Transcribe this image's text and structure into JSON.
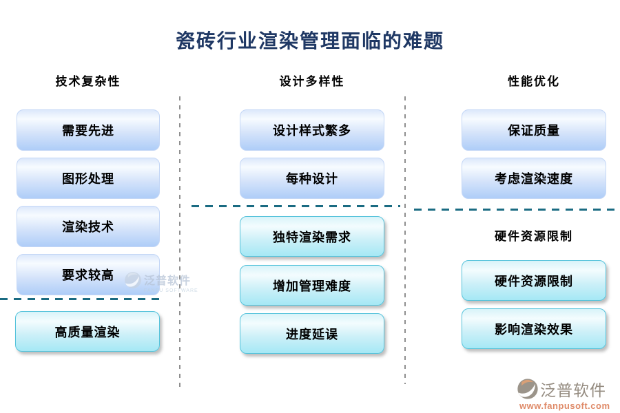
{
  "title": "瓷砖行业渲染管理面临的难题",
  "columns": [
    {
      "header": "技术复杂性",
      "top_items": [
        "需要先进",
        "图形处理",
        "渲染技术",
        "要求较高"
      ],
      "bottom_items": [
        "高质量渲染"
      ]
    },
    {
      "header": "设计多样性",
      "top_items": [
        "设计样式繁多",
        "每种设计"
      ],
      "bottom_items": [
        "独特渲染需求",
        "增加管理难度",
        "进度延误"
      ]
    },
    {
      "header": "性能优化",
      "top_items": [
        "保证质量",
        "考虑渲染速度"
      ],
      "sub_header": "硬件资源限制",
      "bottom_items": [
        "硬件资源限制",
        "影响渲染效果"
      ]
    }
  ],
  "watermarks": {
    "center": {
      "brand": "泛普软件",
      "tagline": "FANPU SOFTWARE"
    },
    "footer": {
      "brand": "泛普软件",
      "url": "www.fanpusoft.com"
    }
  },
  "colors": {
    "title": "#1F3864",
    "teal_dash": "#1A6B82",
    "gray_dash": "#8F8F8F",
    "blue_box_top": "#F7FBFF",
    "blue_box_bottom": "#AECDF8",
    "cyan_box_top": "#F3FCFE",
    "cyan_box_bottom": "#A5E8F5",
    "cyan_border": "#56C3DB",
    "footer_url": "#DF8A68"
  }
}
